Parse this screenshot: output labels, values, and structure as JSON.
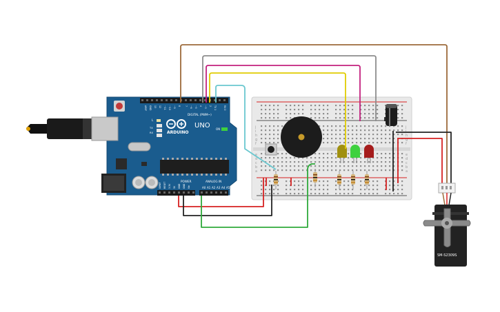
{
  "arduino": {
    "brand": "ARDUINO",
    "model": "UNO",
    "digital_label": "DIGITAL (PWM~)",
    "analog_label": "ANALOG IN",
    "power_label": "POWER",
    "led_on_label": "ON",
    "led_l_label": "L",
    "led_tx_label": "TX",
    "led_rx_label": "RX",
    "digital_pins": [
      "AREF",
      "GND",
      "13",
      "12",
      "~11",
      "~10",
      "~9",
      "8",
      "7",
      "~6",
      "~5",
      "4",
      "~3",
      "2",
      "TX 1",
      "RX 0"
    ],
    "power_pins": [
      "IOREF",
      "RESET",
      "3.3V",
      "5V",
      "GND",
      "GND",
      "Vin"
    ],
    "analog_pins": [
      "A0",
      "A1",
      "A2",
      "A3",
      "A4",
      "A5"
    ]
  },
  "servo": {
    "model": "SM-S2309S"
  },
  "breadboard": {
    "row_letters_top": [
      "j",
      "i",
      "h",
      "g",
      "f"
    ],
    "row_letters_bottom": [
      "e",
      "d",
      "c",
      "b",
      "a"
    ]
  },
  "colors": {
    "board": "#1a5c8e",
    "breadboard": "#e9e9e9",
    "wire_brown": "#9c6a3a",
    "wire_gray": "#8c8c8c",
    "wire_magenta": "#c2207d",
    "wire_yellow": "#e0cc00",
    "wire_cyan": "#6ac7cf",
    "wire_red": "#d62020",
    "wire_black": "#222222",
    "wire_green": "#2eaa3a",
    "led_yellow": "#a09010",
    "led_green": "#3ed13e",
    "led_red": "#a51c1c"
  }
}
